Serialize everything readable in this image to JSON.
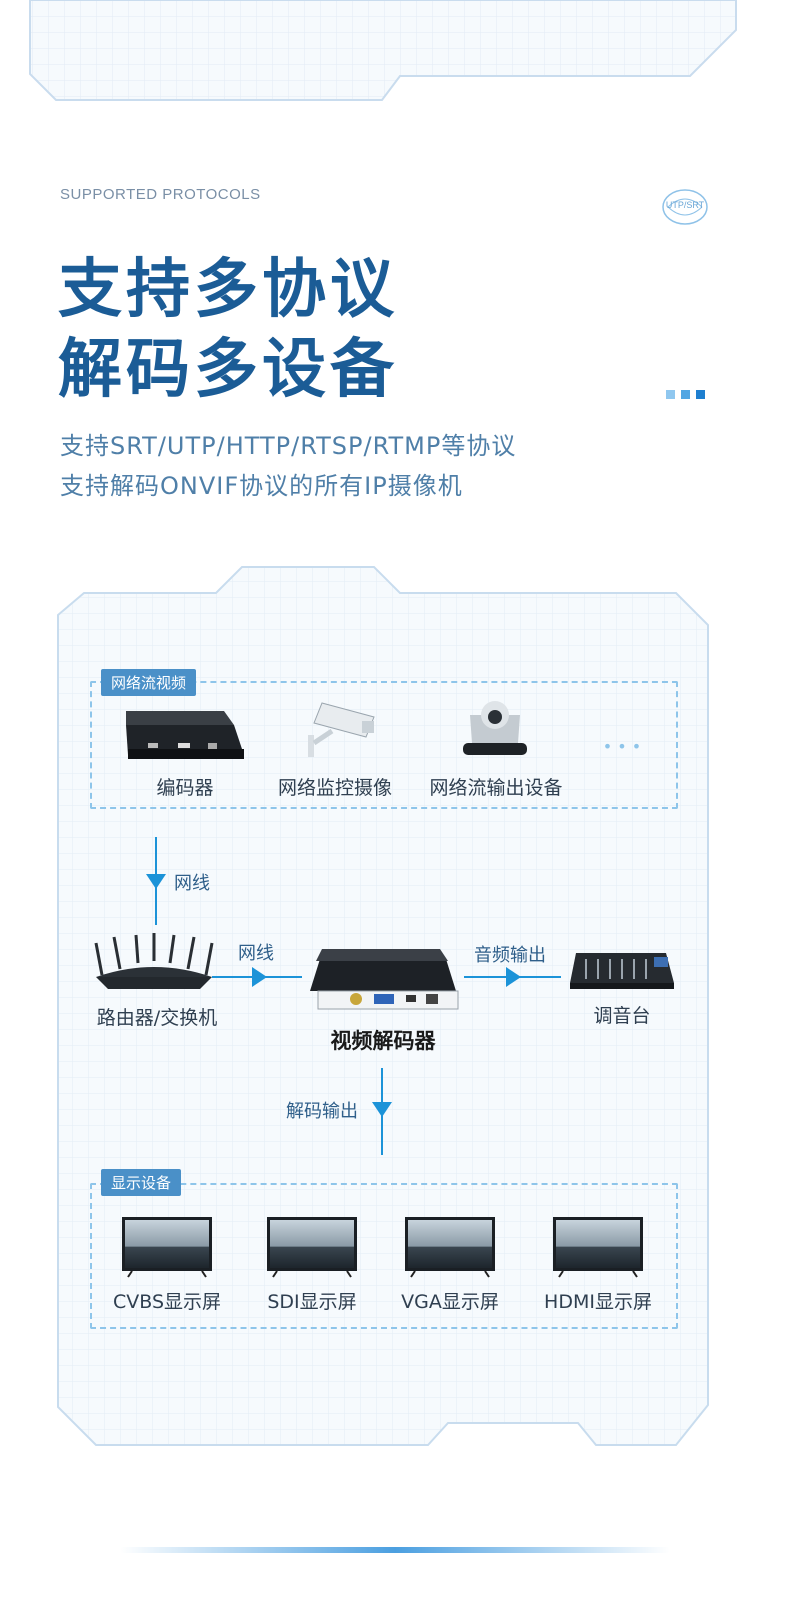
{
  "header": {
    "eyebrow": "SUPPORTED PROTOCOLS",
    "badge": "UTP/SRT",
    "title_line1": "支持多协议",
    "title_line2": "解码多设备",
    "desc_line1": "支持SRT/UTP/HTTP/RTSP/RTMP等协议",
    "desc_line2": "支持解码ONVIF协议的所有IP摄像机"
  },
  "colors": {
    "accent": "#1b5c96",
    "arrow": "#1c93d8",
    "tag": "#4a90c8",
    "dots": [
      "#8fc7ef",
      "#52a6e3",
      "#1e7fd0"
    ]
  },
  "sources": {
    "tag": "网络流视频",
    "items": [
      {
        "label": "编码器",
        "icon": "encoder-device-icon"
      },
      {
        "label": "网络监控摄像",
        "icon": "cctv-camera-icon"
      },
      {
        "label": "网络流输出设备",
        "icon": "ptz-camera-icon"
      }
    ],
    "more": "• • •"
  },
  "flow": {
    "cable_down": "网线",
    "cable_right": "网线",
    "audio_out": "音频输出",
    "decode_out": "解码输出"
  },
  "devices": {
    "router": "路由器/交换机",
    "decoder": "视频解码器",
    "mixer": "调音台"
  },
  "displays": {
    "tag": "显示设备",
    "items": [
      "CVBS显示屏",
      "SDI显示屏",
      "VGA显示屏",
      "HDMI显示屏"
    ]
  }
}
